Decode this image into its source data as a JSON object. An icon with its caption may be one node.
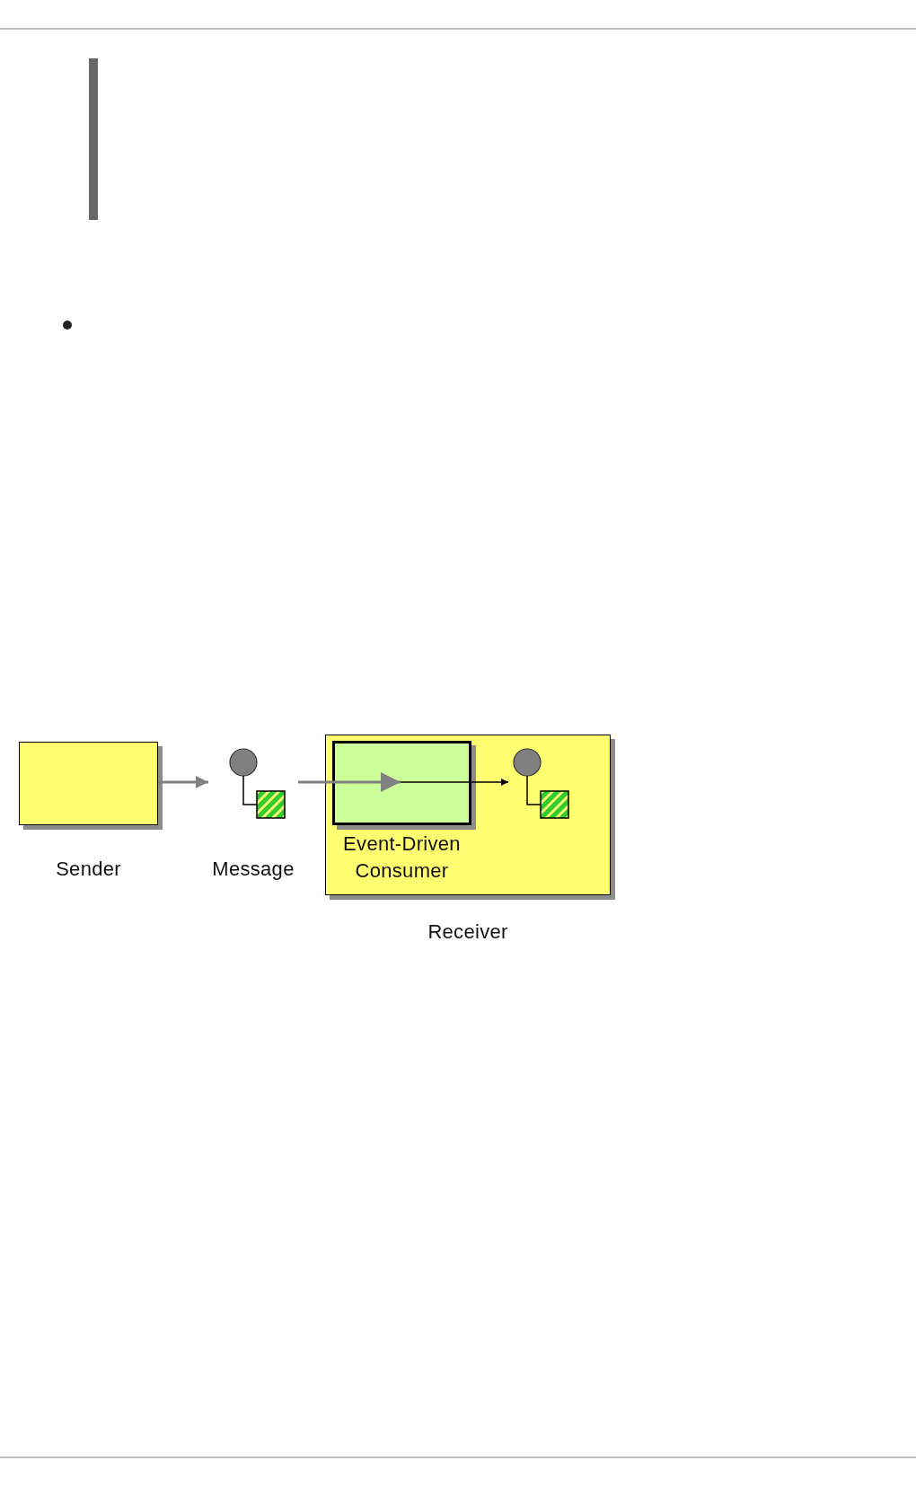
{
  "diagram": {
    "nodes": [
      {
        "text": [
          "Sender"
        ]
      },
      {
        "text": [
          "Message"
        ]
      },
      {
        "text": [
          "Receiver"
        ]
      },
      {
        "text": [
          "Event-Driven Consumer"
        ],
        "in": 2
      },
      {
        "text": [],
        "shape": "picture",
        "in": 2
      }
    ],
    "edges": [
      {
        "from": 0,
        "to": 1,
        "arrow": "to"
      },
      {
        "from": 1,
        "to": 3,
        "arrow": "to"
      },
      {
        "from": 3,
        "to": 4,
        "arrow": "to",
        "color": "#000000"
      }
    ]
  }
}
